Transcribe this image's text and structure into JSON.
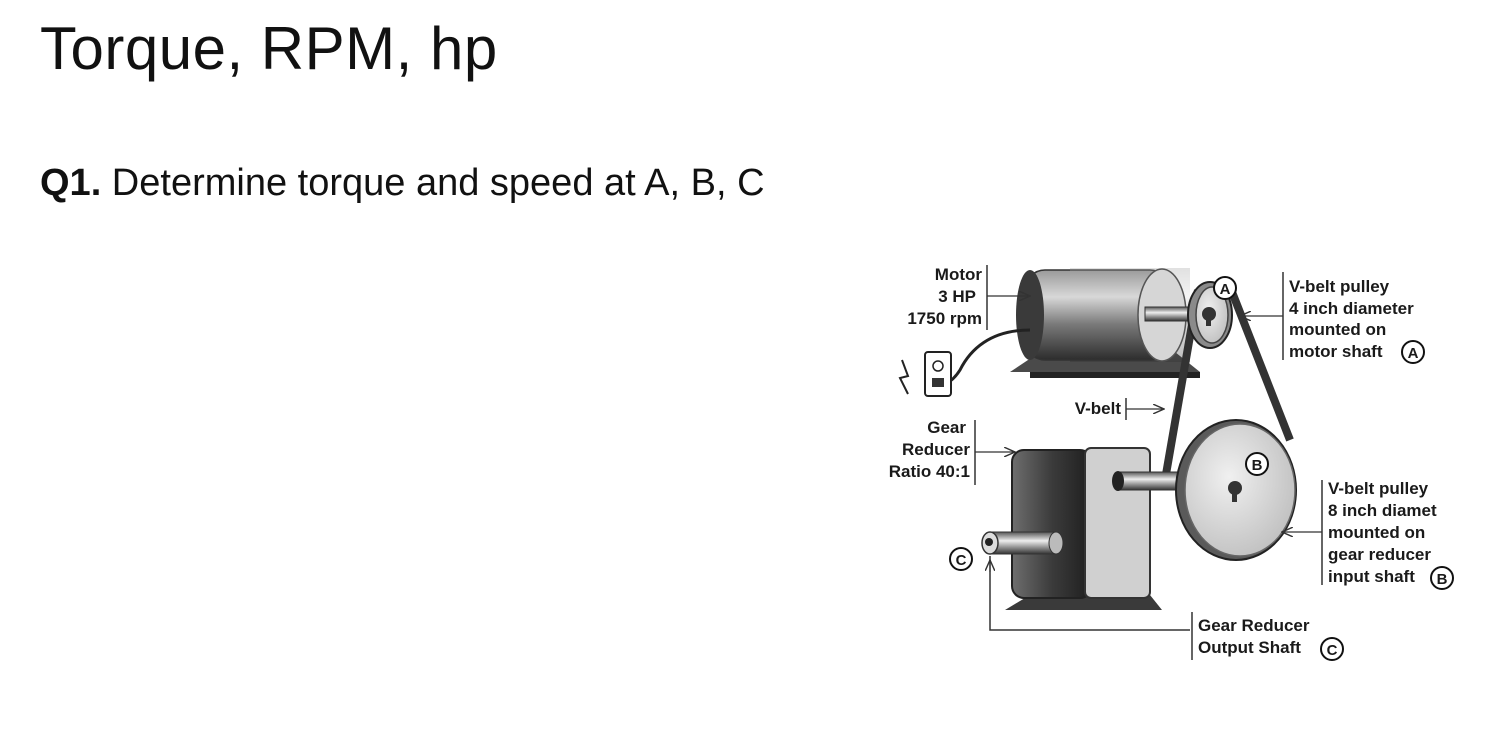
{
  "slide": {
    "title": "Torque, RPM, hp",
    "question_number": "Q1.",
    "question_text": " Determine torque and speed at A, B, C"
  },
  "diagram": {
    "motor": [
      "Motor",
      "3 HP",
      "1750 rpm"
    ],
    "pulley_a": [
      "V-belt pulley",
      "4 inch diameter",
      "mounted on",
      "motor shaft"
    ],
    "vbelt": "V-belt",
    "gear_reducer": [
      "Gear",
      "Reducer",
      "Ratio 40:1"
    ],
    "pulley_b": [
      "V-belt pulley",
      "8 inch diamet",
      "mounted on",
      "gear reducer",
      "input shaft"
    ],
    "output": [
      "Gear Reducer",
      "Output Shaft"
    ],
    "markers": {
      "a": "A",
      "b": "B",
      "c": "C"
    }
  }
}
